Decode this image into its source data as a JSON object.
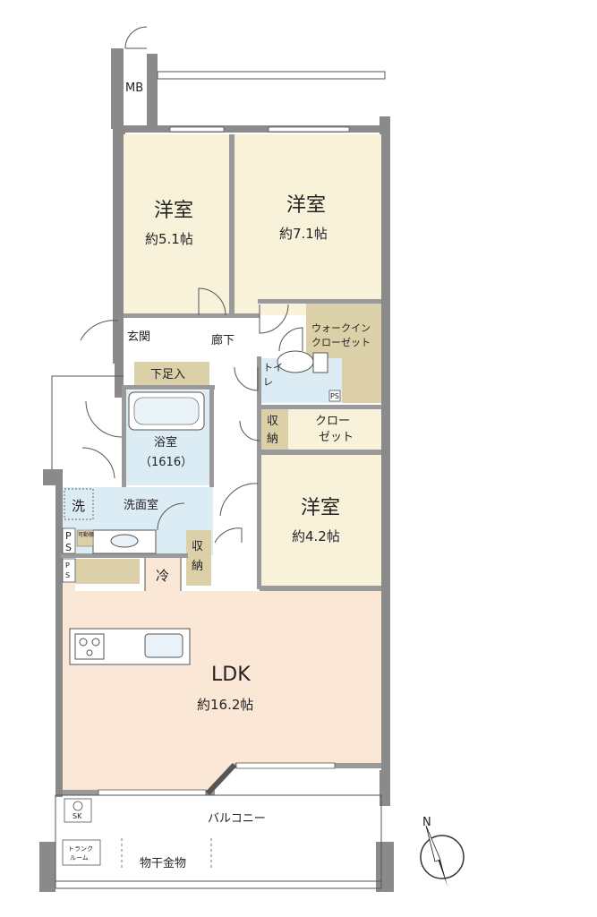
{
  "colors": {
    "bedroom": "#f8f2da",
    "ldk": "#fbe7d6",
    "wet": "#dcecf5",
    "storage": "#dcd0a8",
    "wall": "#8a8a8a",
    "outline": "#555555"
  },
  "labels": {
    "mb": "MB",
    "room1_name": "洋室",
    "room1_size": "約5.1帖",
    "room2_name": "洋室",
    "room2_size": "約7.1帖",
    "entrance": "玄関",
    "hallway": "廊下",
    "shoe_storage": "下足入",
    "walkin_1": "ウォークイン",
    "walkin_2": "クローゼット",
    "toilet_1": "トイ",
    "toilet_2": "レ",
    "ps": "PS",
    "storage_1": "収",
    "storage_2": "納",
    "closet_1": "クロー",
    "closet_2": "ゼット",
    "bath_name": "浴室",
    "bath_size": "（1616）",
    "washer": "洗",
    "washroom": "洗面室",
    "movable_shelf": "可動棚",
    "ps_p": "P",
    "ps_s": "S",
    "fridge": "冷",
    "room3_name": "洋室",
    "room3_size": "約4.2帖",
    "ldk_name": "LDK",
    "ldk_size": "約16.2帖",
    "balcony": "バルコニー",
    "sk": "SK",
    "trunk_1": "トランク",
    "trunk_2": "ルーム",
    "clothes_pole": "物干金物",
    "north": "N"
  }
}
